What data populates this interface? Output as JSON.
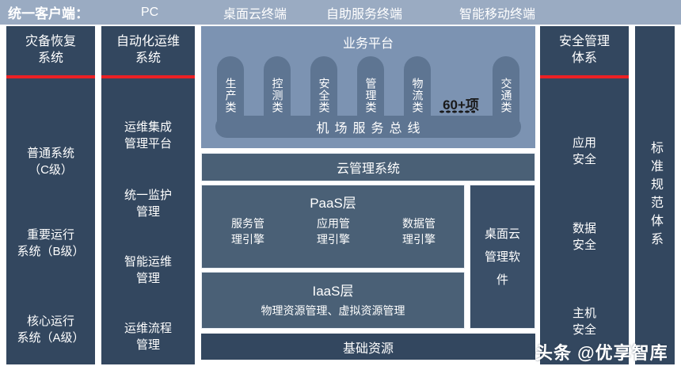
{
  "topbar": {
    "title": "统一客户端：",
    "items": [
      {
        "label": "PC"
      },
      {
        "label": "桌面云终端"
      },
      {
        "label": "自助服务终端"
      },
      {
        "label": "智能移动终端"
      }
    ]
  },
  "disaster_recovery": {
    "title": "灾备恢复\n系统",
    "title_line1": "灾备恢复",
    "title_line2": "系统",
    "items": [
      {
        "line1": "普通系统",
        "line2": "（C级）"
      },
      {
        "line1": "重要运行",
        "line2": "系统（B级）"
      },
      {
        "line1": "核心运行",
        "line2": "系统（A级）"
      }
    ]
  },
  "automation_ops": {
    "title_line1": "自动化运维",
    "title_line2": "系统",
    "items": [
      {
        "line1": "运维集成",
        "line2": "管理平台"
      },
      {
        "line1": "统一监护",
        "line2": "管理"
      },
      {
        "line1": "智能运维",
        "line2": "管理"
      },
      {
        "line1": "运维流程",
        "line2": "管理"
      }
    ]
  },
  "business_platform": {
    "title": "业务平台",
    "categories": [
      {
        "label": "生产类"
      },
      {
        "label": "控测类"
      },
      {
        "label": "安全类"
      },
      {
        "label": "管理类"
      },
      {
        "label": "物流类"
      },
      {
        "label": "交通类"
      }
    ],
    "more_count": "60+项",
    "service_bus": "机场服务总线"
  },
  "cloud_management": {
    "title": "云管理系统"
  },
  "paas": {
    "title": "PaaS层",
    "engines": [
      {
        "line1": "服务管",
        "line2": "理引擎"
      },
      {
        "line1": "应用管",
        "line2": "理引擎"
      },
      {
        "line1": "数据管",
        "line2": "理引擎"
      }
    ]
  },
  "iaas": {
    "title": "IaaS层",
    "subtitle": "物理资源管理、虚拟资源管理"
  },
  "desktop_cloud": {
    "label": "桌面云管理软件"
  },
  "base_resources": {
    "title": "基础资源"
  },
  "security": {
    "title_line1": "安全管理",
    "title_line2": "体系",
    "items": [
      {
        "line1": "应用",
        "line2": "安全"
      },
      {
        "line1": "数据",
        "line2": "安全"
      },
      {
        "line1": "主机",
        "line2": "安全"
      }
    ]
  },
  "standards": {
    "label": "标准规范体系"
  },
  "watermark": {
    "text": "头条 @优享智库"
  },
  "colors": {
    "navy": "#33475f",
    "slate": "#4a6076",
    "platform_blue": "#7c93b2",
    "pill_blue": "#5e7592",
    "topbar": "#9aabc2",
    "accent_red": "#ec2024",
    "text_white": "#ffffff",
    "more_text": "#1a1a1a"
  }
}
